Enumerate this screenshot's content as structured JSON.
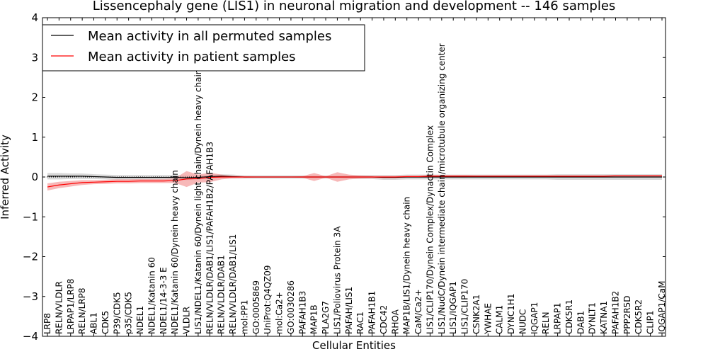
{
  "chart_data": {
    "type": "line",
    "title": "Lissencephaly gene (LIS1) in neuronal migration and development -- 146 samples",
    "xlabel": "Cellular Entities",
    "ylabel": "Inferred Activity",
    "ylim": [
      -4,
      4
    ],
    "yticks": [
      -4,
      -3,
      -2,
      -1,
      0,
      1,
      2,
      3,
      4
    ],
    "ytick_labels": [
      "−4",
      "−3",
      "−2",
      "−1",
      "0",
      "1",
      "2",
      "3",
      "4"
    ],
    "grid": false,
    "legend_position": "top-left",
    "categories": [
      "LRP8",
      "RELN/VLDLR",
      "LRPAP1/LRP8",
      "RELN/LRP8",
      "ABL1",
      "CDK5",
      "P39/CDK5",
      "p35/CDK5",
      "NDEL1",
      "NDEL1/Katanin 60",
      "NDEL1/14-3-3 E",
      "NDEL1/Katanin 60/Dynein heavy chain",
      "VLDLR",
      "LIS1/NDEL1/Katanin 60/Dynein light chain/Dynein heavy chain",
      "RELN/VLDLR/DAB1/LIS1/PAFAH1B2/PAFAH1B3",
      "RELN/VLDLR/DAB1",
      "RELN/VLDLR/DAB1/LIS1",
      "mol:PP1",
      "GO:0005869",
      "UniProt:Q4QZ09",
      "mol:Ca2+",
      "GO:0030286",
      "PAFAH1B3",
      "MAP1B",
      "PLA2G7",
      "LIS1/Poliovirus Protein 3A",
      "PAFAH/LIS1",
      "RAC1",
      "PAFAH1B1",
      "CDC42",
      "RHOA",
      "MAP1B/LIS1/Dynein heavy chain",
      "CaM/Ca2+",
      "LIS1/CLIP170/Dynein Complex/Dynactin Complex",
      "LIS1/NudC/Dynein intermediate chain/microtubule organizing center",
      "LIS1/IQGAP1",
      "LIS1/CLIP170",
      "CSNK2A1",
      "YWHAE",
      "CALM1",
      "DYNC1H1",
      "NUDC",
      "IQGAP1",
      "RELN",
      "LRPAP1",
      "CDK5R1",
      "DAB1",
      "DYNLT1",
      "KATNA1",
      "PAFAH1B2",
      "PPP2R5D",
      "CDK5R2",
      "CLIP1",
      "IQGAP1/CaM"
    ],
    "series": [
      {
        "name": "Mean activity in all permuted samples",
        "color": "#000000",
        "band_color": "#c8c8c8",
        "values": [
          0.02,
          0.02,
          0.02,
          0.02,
          0.01,
          0.0,
          -0.01,
          -0.01,
          -0.01,
          -0.01,
          -0.01,
          -0.01,
          -0.02,
          -0.01,
          0.01,
          0.02,
          0.01,
          0.0,
          0.0,
          0.0,
          0.0,
          0.0,
          0.0,
          0.0,
          0.0,
          0.0,
          0.0,
          0.0,
          0.0,
          -0.01,
          -0.01,
          0.0,
          0.0,
          0.0,
          0.0,
          0.0,
          0.0,
          0.0,
          0.0,
          0.0,
          0.0,
          0.0,
          0.0,
          0.0,
          0.0,
          0.0,
          0.0,
          0.0,
          0.0,
          0.0,
          0.0,
          0.0,
          0.0,
          0.0
        ],
        "band": [
          0.08,
          0.08,
          0.07,
          0.07,
          0.06,
          0.06,
          0.06,
          0.06,
          0.06,
          0.06,
          0.06,
          0.06,
          0.06,
          0.06,
          0.05,
          0.05,
          0.05,
          0.04,
          0.04,
          0.04,
          0.04,
          0.04,
          0.04,
          0.04,
          0.04,
          0.04,
          0.05,
          0.05,
          0.05,
          0.06,
          0.06,
          0.06,
          0.06,
          0.06,
          0.06,
          0.06,
          0.06,
          0.06,
          0.06,
          0.06,
          0.06,
          0.06,
          0.06,
          0.06,
          0.07,
          0.07,
          0.07,
          0.07,
          0.07,
          0.07,
          0.07,
          0.07,
          0.07,
          0.07
        ]
      },
      {
        "name": "Mean activity in patient samples",
        "color": "#ff0000",
        "band_color": "#f4a0a0",
        "values": [
          -0.25,
          -0.2,
          -0.17,
          -0.14,
          -0.13,
          -0.12,
          -0.11,
          -0.11,
          -0.1,
          -0.1,
          -0.1,
          -0.09,
          -0.05,
          -0.04,
          -0.01,
          0.0,
          0.0,
          0.0,
          0.0,
          0.0,
          0.0,
          0.0,
          0.0,
          0.0,
          0.0,
          0.0,
          0.0,
          0.0,
          0.0,
          0.0,
          0.0,
          0.01,
          0.01,
          0.02,
          0.02,
          0.02,
          0.02,
          0.02,
          0.02,
          0.02,
          0.02,
          0.02,
          0.02,
          0.02,
          0.02,
          0.02,
          0.02,
          0.02,
          0.02,
          0.03,
          0.03,
          0.03,
          0.03,
          0.03
        ],
        "band": [
          0.09,
          0.08,
          0.07,
          0.06,
          0.05,
          0.05,
          0.05,
          0.05,
          0.05,
          0.05,
          0.05,
          0.06,
          0.2,
          0.1,
          0.12,
          0.06,
          0.03,
          0.02,
          0.01,
          0.01,
          0.01,
          0.01,
          0.02,
          0.1,
          0.02,
          0.12,
          0.06,
          0.04,
          0.03,
          0.03,
          0.03,
          0.03,
          0.03,
          0.03,
          0.03,
          0.03,
          0.03,
          0.02,
          0.02,
          0.02,
          0.02,
          0.02,
          0.02,
          0.02,
          0.02,
          0.02,
          0.02,
          0.02,
          0.02,
          0.02,
          0.02,
          0.02,
          0.02,
          0.02
        ]
      }
    ]
  }
}
